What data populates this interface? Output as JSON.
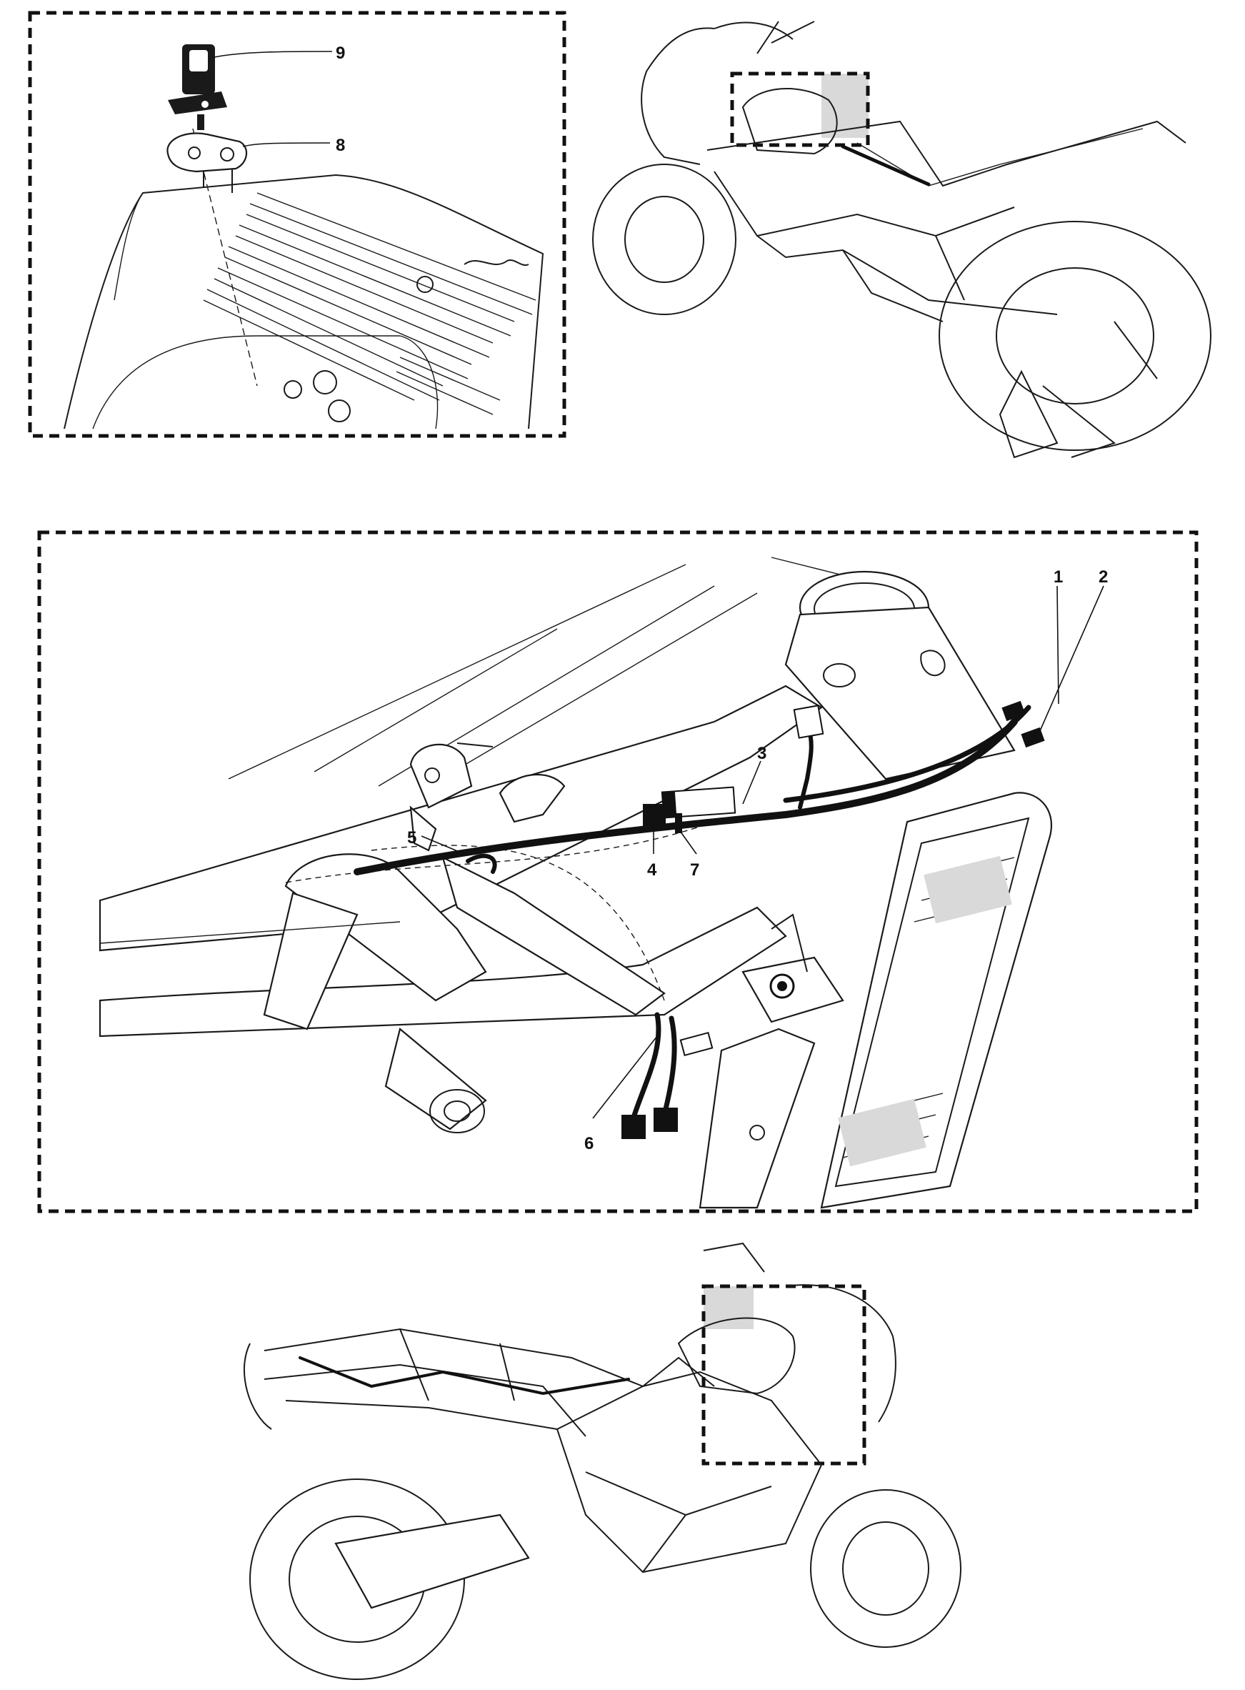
{
  "callouts": [
    "1",
    "2",
    "3",
    "4",
    "5",
    "6",
    "7",
    "8",
    "9"
  ],
  "colors": {
    "line": "#1a1a1a",
    "background": "#ffffff",
    "shade": "#d9d9d9"
  }
}
